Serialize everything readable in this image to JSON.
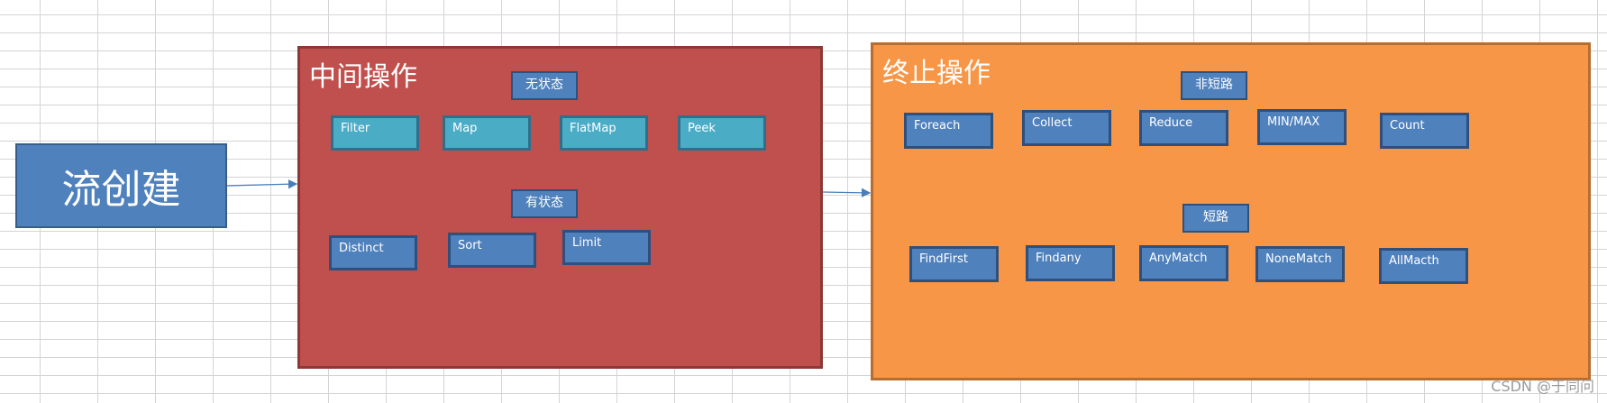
{
  "source": {
    "label": "流创建"
  },
  "intermediate": {
    "title": "中间操作",
    "stateless_label": "无状态",
    "stateless_ops": [
      "Filter",
      "Map",
      "FlatMap",
      "Peek"
    ],
    "stateful_label": "有状态",
    "stateful_ops": [
      "Distinct",
      "Sort",
      "Limit"
    ]
  },
  "terminal": {
    "title": "终止操作",
    "non_short_label": "非短路",
    "non_short_ops": [
      "Foreach",
      "Collect",
      "Reduce",
      "MIN/MAX",
      "Count"
    ],
    "short_label": "短路",
    "short_ops": [
      "FindFirst",
      "Findany",
      "AnyMatch",
      "NoneMatch",
      "AllMacth"
    ]
  },
  "watermark": "CSDN @于同问",
  "colors": {
    "blue": "#4f81bd",
    "teal": "#4bacc6",
    "red_panel": "#c0504d",
    "orange_panel": "#f79646"
  }
}
